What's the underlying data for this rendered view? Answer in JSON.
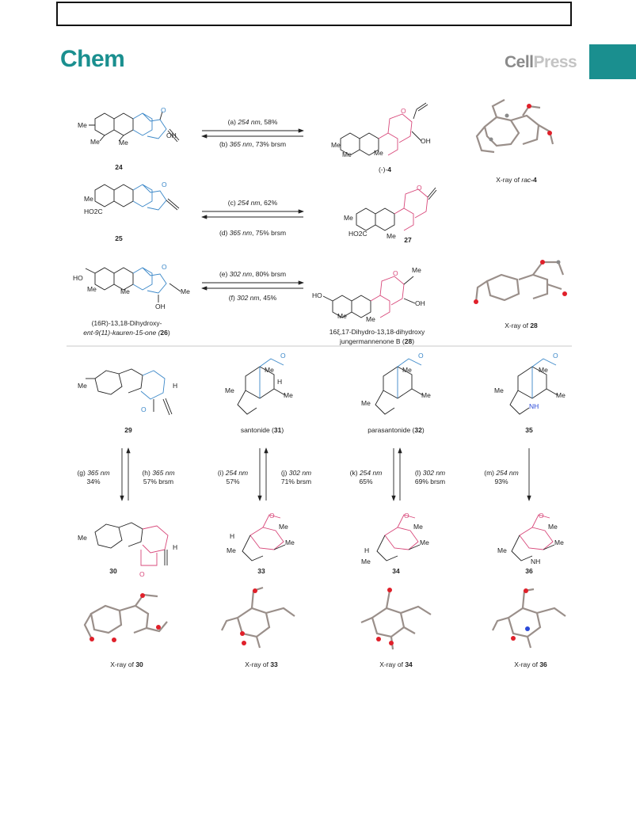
{
  "header": {
    "journal": "Chem",
    "publisher_part1": "Cell",
    "publisher_part2": "Press"
  },
  "colors": {
    "brand": "#1a8f8f",
    "blue": "#3a87c8",
    "pink": "#d8487a",
    "oxygen": "#e0202a",
    "nitrogen": "#2a49d8"
  },
  "top_scheme": {
    "rows": [
      {
        "left_compound": "24",
        "right_compound_prefix": "(-)-",
        "right_compound": "4",
        "forward": {
          "label": "(a) ",
          "wavelength": "254 nm",
          "yield": ", 58%"
        },
        "reverse": {
          "label": "(b) ",
          "wavelength": "365 nm",
          "yield": ", 73% brsm"
        },
        "xray_prefix": "X-ray of ",
        "xray_ital": "rac",
        "xray_compound": "-4"
      },
      {
        "left_compound": "25",
        "right_compound": "27",
        "forward": {
          "label": "(c) ",
          "wavelength": "254 nm",
          "yield": ", 62%"
        },
        "reverse": {
          "label": "(d) ",
          "wavelength": "365 nm",
          "yield": ", 75% brsm"
        }
      },
      {
        "left_name_line1": "(16R)-13,18-Dihydroxy-",
        "left_name_line2": "ent-9(11)-kauren-15-one (",
        "left_compound": "26",
        "left_name_close": ")",
        "right_name_line1": "16ξ,17-Dihydro-13,18-dihydroxy",
        "right_name_line2": "jungermannenone B (",
        "right_compound": "28",
        "right_name_close": ")",
        "forward": {
          "label": "(e) ",
          "wavelength": "302 nm",
          "yield": ", 80% brsm"
        },
        "reverse": {
          "label": "(f) ",
          "wavelength": "302 nm",
          "yield": ", 45%"
        },
        "xray_prefix": "X-ray of ",
        "xray_compound": "28"
      }
    ],
    "atom_labels": {
      "me": "Me",
      "oh": "OH",
      "o": "O",
      "ho": "HO",
      "co2h": "HO2C"
    }
  },
  "bottom_scheme": {
    "columns": [
      {
        "top_compound": "29",
        "down": {
          "label": "(g) ",
          "wavelength": "365 nm",
          "yield": "34%"
        },
        "up": {
          "label": "(h) ",
          "wavelength": "365 nm",
          "yield": "57% brsm"
        },
        "bottom_compound": "30",
        "xray_prefix": "X-ray of ",
        "xray_compound": "30"
      },
      {
        "top_name": "santonide (",
        "top_compound": "31",
        "top_close": ")",
        "down": {
          "label": "(i) ",
          "wavelength": "254 nm",
          "yield": "57%"
        },
        "up": {
          "label": "(j) ",
          "wavelength": "302 nm",
          "yield": "71% brsm"
        },
        "bottom_compound": "33",
        "xray_prefix": "X-ray of ",
        "xray_compound": "33"
      },
      {
        "top_name": "parasantonide (",
        "top_compound": "32",
        "top_close": ")",
        "down": {
          "label": "(k) ",
          "wavelength": "254 nm",
          "yield": "65%"
        },
        "up": {
          "label": "(l) ",
          "wavelength": "302 nm",
          "yield": "69% brsm"
        },
        "bottom_compound": "34",
        "xray_prefix": "X-ray of ",
        "xray_compound": "34"
      },
      {
        "top_compound": "35",
        "down": {
          "label": "(m) ",
          "wavelength": "254 nm",
          "yield": "93%"
        },
        "bottom_compound": "36",
        "xray_prefix": "X-ray of ",
        "xray_compound": "36"
      }
    ],
    "atom_labels": {
      "me": "Me",
      "h": "H",
      "o": "O",
      "nh": "NH"
    }
  }
}
